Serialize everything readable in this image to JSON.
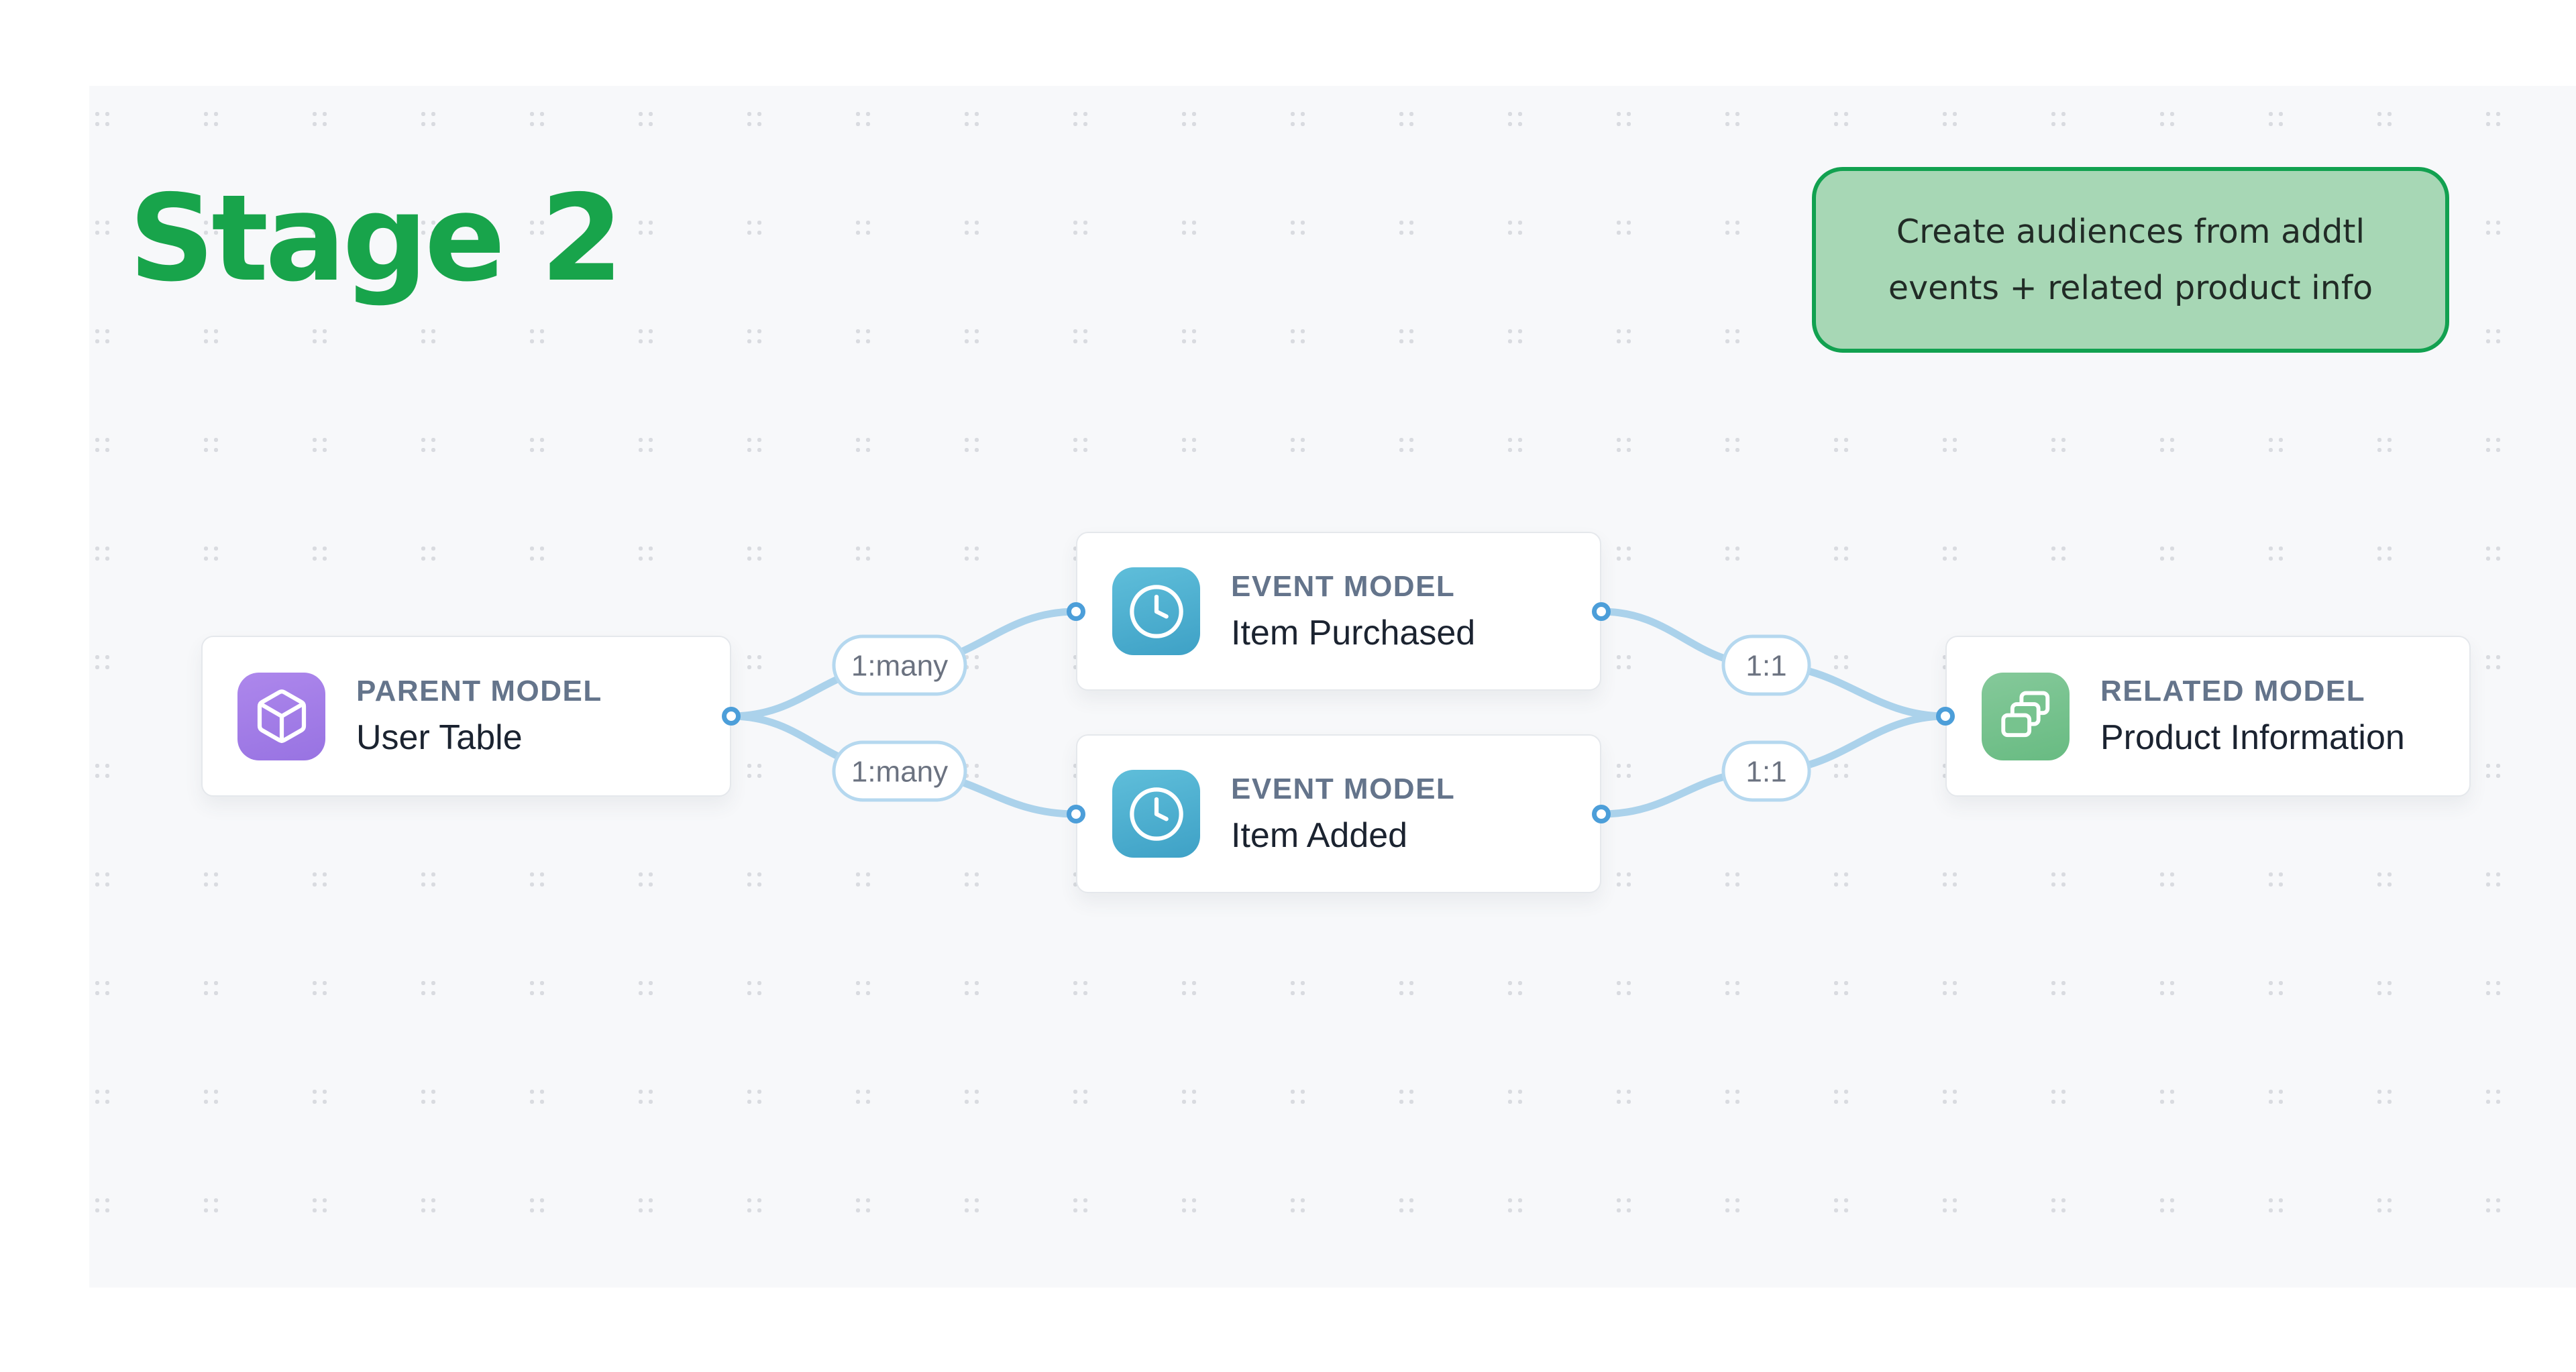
{
  "title": "Stage 2",
  "note": {
    "text": "Create audiences from addtl events + related product info"
  },
  "nodes": [
    {
      "id": "user-table",
      "type_label": "PARENT MODEL",
      "name": "User Table",
      "icon": "cube-icon"
    },
    {
      "id": "item-purchased",
      "type_label": "EVENT MODEL",
      "name": "Item Purchased",
      "icon": "clock-icon"
    },
    {
      "id": "item-added",
      "type_label": "EVENT MODEL",
      "name": "Item Added",
      "icon": "clock-icon"
    },
    {
      "id": "product-info",
      "type_label": "RELATED MODEL",
      "name": "Product Information",
      "icon": "layers-icon"
    }
  ],
  "edges": [
    {
      "from": "user-table",
      "to": "item-purchased",
      "label": "1:many"
    },
    {
      "from": "user-table",
      "to": "item-added",
      "label": "1:many"
    },
    {
      "from": "item-purchased",
      "to": "product-info",
      "label": "1:1"
    },
    {
      "from": "item-added",
      "to": "product-info",
      "label": "1:1"
    }
  ],
  "colors": {
    "accent_green": "#18a44b",
    "note_fill": "#a7d7b5",
    "note_border": "#12a150",
    "edge_blue": "#abd2eb",
    "handle_blue": "#4c9ed9",
    "parent_icon_purple": "#9873e2",
    "event_icon_teal": "#3ea1c6",
    "related_icon_green": "#68bb82"
  }
}
